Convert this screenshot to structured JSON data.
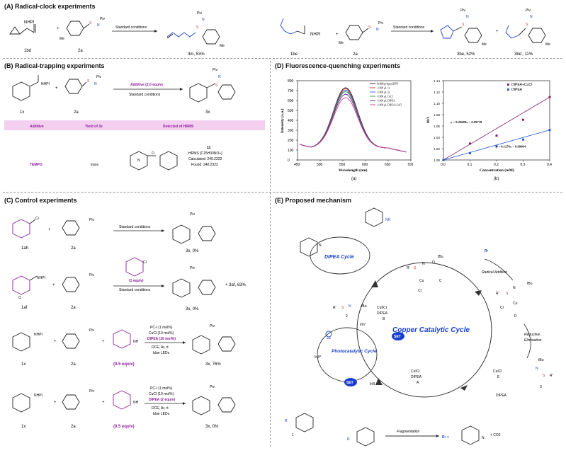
{
  "panels": {
    "A": "(A) Radical-clock experiments",
    "B": "(B) Radical-trapping experiments",
    "C": "(C) Control experiments",
    "D": "(D) Fluorescence-quenching experiments",
    "E": "(E) Proposed mechanism"
  },
  "panelA": {
    "r1_sm": "1bd",
    "r1_reagent": "2a",
    "r1_cond": "Standard conditions",
    "r1_prod": "3m, 53%",
    "r2_sm": "1be",
    "r2_reagent": "2a",
    "r2_cond": "Standard conditions",
    "r2_prod1": "3be, 52%",
    "r2_prod2": "3be', 11%",
    "nhpi": "NHPI",
    "piv": "Piv",
    "me": "Me",
    "n": "N",
    "s": "S"
  },
  "panelB": {
    "additive_label": "Additive (2.0 equiv)",
    "cond": "Standard conditions",
    "sm": "1x",
    "reagent": "2a",
    "prod": "3x",
    "headers": [
      "Additive",
      "Yield of 3x",
      "Detected of HRMS"
    ],
    "row": {
      "additive": "TEMPO",
      "yield": "trace",
      "cmpd": "11",
      "hrms": "HRMS [C15H30NO+]",
      "calc": "Calculated: 240.2322",
      "found": "Found: 240.2322"
    }
  },
  "panelC": {
    "r1": {
      "sm": "1ah",
      "reagent": "2a",
      "cond": "Standard conditions",
      "prod": "3x, 0%"
    },
    "r2": {
      "sm": "1af",
      "reagent": "2a",
      "add": "(1 equiv)",
      "cond": "Standard conditions",
      "prod": "3x, 0%",
      "side": "+ 3af, 63%"
    },
    "r3": {
      "sm": "1x",
      "reagent": "2a",
      "add": "(0.5 equiv)",
      "c1": "PC-I (1 mol%)",
      "c2": "CuCl (10 mol%)",
      "c3": "DIPEA (10 mol%)",
      "c4": "DCE, Ar, rt",
      "c5": "blue LEDs",
      "prod": "3x, 76%"
    },
    "r4": {
      "sm": "1x",
      "reagent": "2a",
      "add": "(0.5 equiv)",
      "c1": "PC-I (1 mol%)",
      "c2": "CuCl (10 mol%)",
      "c3": "DIPEA (2 equiv)",
      "c4": "DCE, Ar, rt",
      "c5": "blue LEDs",
      "prod": "3x, 0%"
    }
  },
  "panelD": {
    "chart_data": [
      {
        "type": "line",
        "xlabel": "Wavelength (nm)",
        "ylabel": "Intensity (a.u.)",
        "xlim": [
          450,
          700
        ],
        "ylim": [
          0,
          800
        ],
        "xticks": [
          450,
          500,
          550,
          600,
          650,
          700
        ],
        "yticks": [
          0,
          100,
          200,
          300,
          400,
          500,
          600,
          700,
          800
        ],
        "sublabel": "(a)",
        "series": [
          {
            "name": "Ir(dtbbpy)(ppy)2PF6",
            "color": "#222222",
            "peak": 730
          },
          {
            "name": "+1000 μL 1x",
            "color": "#e02020",
            "peak": 720
          },
          {
            "name": "+1000 μL 2a",
            "color": "#2a5bd7",
            "peak": 705
          },
          {
            "name": "+1000 μL CuCl",
            "color": "#1a9a3a",
            "peak": 690
          },
          {
            "name": "+1000 μL DIPEA",
            "color": "#6a1b9a",
            "peak": 665
          },
          {
            "name": "+1000 μL DIPEA+CuCl",
            "color": "#d63a9a",
            "peak": 630
          }
        ]
      },
      {
        "type": "scatter",
        "xlabel": "Concentration (mM)",
        "ylabel": "I0/I",
        "xlim": [
          0.0,
          0.4
        ],
        "ylim": [
          1.0,
          1.14
        ],
        "xticks": [
          0.0,
          0.1,
          0.2,
          0.3,
          0.4
        ],
        "yticks": [
          1.0,
          1.02,
          1.04,
          1.06,
          1.08,
          1.1,
          1.12,
          1.14
        ],
        "sublabel": "(b)",
        "series": [
          {
            "name": "DIPEA+CuCl",
            "color": "#8a1d6a",
            "x": [
              0.0,
              0.1,
              0.2,
              0.3,
              0.4
            ],
            "y": [
              1.0,
              1.029,
              1.043,
              1.071,
              1.111
            ],
            "fit": "y = 0.26689x + 0.99718"
          },
          {
            "name": "DIPEA",
            "color": "#2a5bd7",
            "x": [
              0.0,
              0.1,
              0.2,
              0.3,
              0.4
            ],
            "y": [
              1.0,
              1.012,
              1.024,
              1.036,
              1.053
            ],
            "fit": "y = 0.1276x + 0.99984"
          }
        ]
      }
    ]
  },
  "panelE": {
    "dipea_cycle": "DIPEA Cycle",
    "copper_cycle": "Copper Catalytic Cycle",
    "photo_cycle": "Photocatalytic Cycle",
    "radical_addition": "Radical Addition",
    "reductive": "Reductive",
    "elimination": "Elimination",
    "fragmentation": "Fragmentation",
    "set": "SET",
    "label_B": "B",
    "label_C": "C",
    "label_D": "D",
    "label_E": "E",
    "label_A": "A",
    "label_1": "1",
    "label_2": "2",
    "label_3": "3",
    "cu_cl_b": "CuIICl",
    "dipea_b": "DIPEA",
    "cu_cl_a": "CuICl",
    "dipea_a": "DIPEA",
    "cu_cl_e": "CuICl",
    "dipea_e": "DIPEA",
    "ir3": "IrIII",
    "ir4": "IrIV",
    "ir_star": "IrIII*",
    "tbu": "tBu",
    "co2": "+ CO2",
    "r_dot": "R•",
    "r_dot2": "R• +"
  }
}
